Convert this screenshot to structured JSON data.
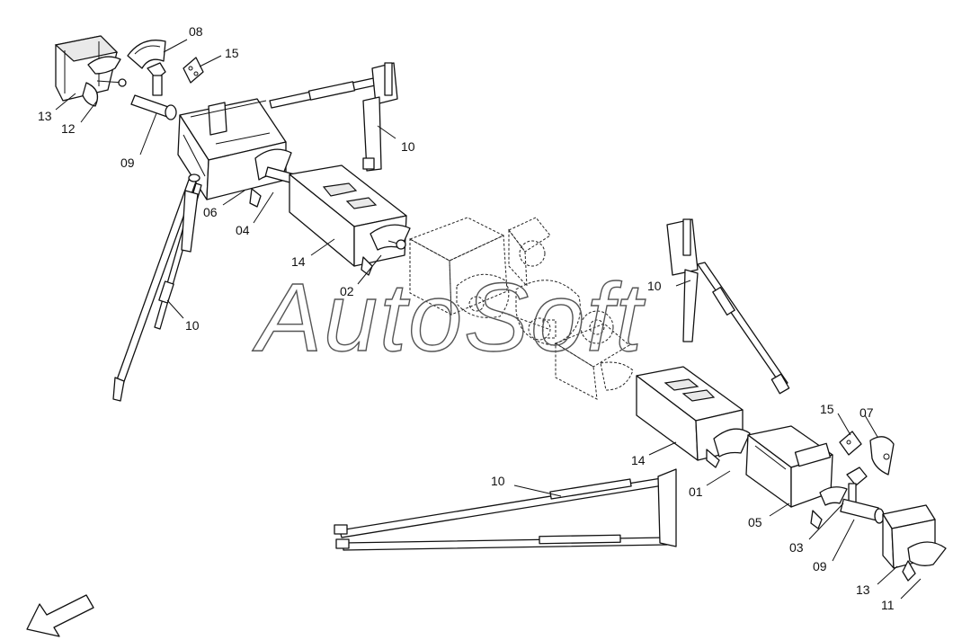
{
  "watermark": "AutoSoft",
  "callouts": [
    {
      "id": "c08a",
      "text": "08"
    },
    {
      "id": "c15a",
      "text": "15"
    },
    {
      "id": "c13a",
      "text": "13"
    },
    {
      "id": "c12",
      "text": "12"
    },
    {
      "id": "c09a",
      "text": "09"
    },
    {
      "id": "c10a",
      "text": "10"
    },
    {
      "id": "c06",
      "text": "06"
    },
    {
      "id": "c04",
      "text": "04"
    },
    {
      "id": "c14a",
      "text": "14"
    },
    {
      "id": "c02",
      "text": "02"
    },
    {
      "id": "c10b",
      "text": "10"
    },
    {
      "id": "c10c",
      "text": "10"
    },
    {
      "id": "c15b",
      "text": "15"
    },
    {
      "id": "c07",
      "text": "07"
    },
    {
      "id": "c14b",
      "text": "14"
    },
    {
      "id": "c01",
      "text": "01"
    },
    {
      "id": "c10d",
      "text": "10"
    },
    {
      "id": "c05",
      "text": "05"
    },
    {
      "id": "c03",
      "text": "03"
    },
    {
      "id": "c09b",
      "text": "09"
    },
    {
      "id": "c13b",
      "text": "13"
    },
    {
      "id": "c11",
      "text": "11"
    }
  ],
  "icons": {
    "direction": "direction-arrow-icon"
  }
}
